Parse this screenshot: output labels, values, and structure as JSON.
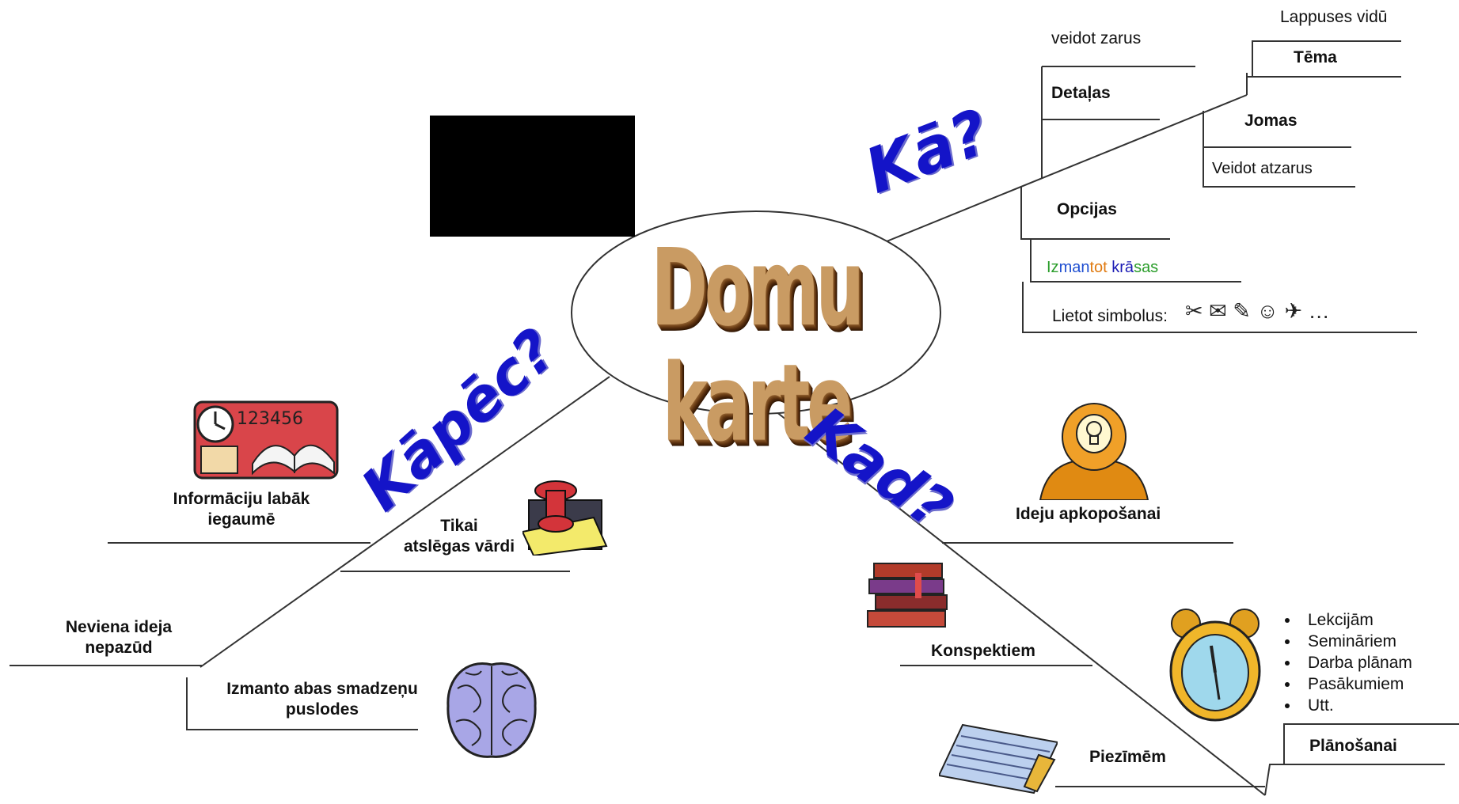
{
  "center": {
    "title": "Domu karte"
  },
  "branches": {
    "ka": "Kā?",
    "kapec": "Kāpēc?",
    "kad": "Kad?"
  },
  "ka_branch": {
    "veidot_zarus": "veidot zarus",
    "detalas": "Detaļas",
    "lappuses_vidu": "Lappuses vidū",
    "tema": "Tēma",
    "jomas": "Jomas",
    "veidot_atzarus": "Veidot atzarus",
    "opcijas": "Opcijas",
    "krasas_parts": [
      "Iz",
      "man",
      "tot",
      " krā",
      "sas"
    ],
    "lietot_simbolus": "Lietot simbolus:",
    "symbols": "✂ ✉ ✎ ☺ ✈ …"
  },
  "kapec_branch": {
    "informaciju_1": "Informāciju labāk",
    "informaciju_2": "iegaumē",
    "tikai_1": "Tikai",
    "tikai_2": "atslēgas vārdi",
    "neviena_1": "Neviena ideja",
    "neviena_2": "nepazūd",
    "izmanto_1": "Izmanto abas smadzeņu",
    "izmanto_2": "puslodes"
  },
  "kad_branch": {
    "ideju": "Ideju apkopošanai",
    "konspektiem": "Konspektiem",
    "piezimem": "Piezīmēm",
    "planosanai": "Plānošanai",
    "list": [
      "Lekcijām",
      "Semināriem",
      "Darba plānam",
      "Pasākumiem",
      "Utt."
    ]
  },
  "colors": {
    "question": "#1414c8",
    "title_wood": "#c99b63",
    "krasas": [
      "#2a9d2a",
      "#1f4fd1",
      "#e07a10",
      "#1a1ab4",
      "#2a9d2a"
    ]
  }
}
